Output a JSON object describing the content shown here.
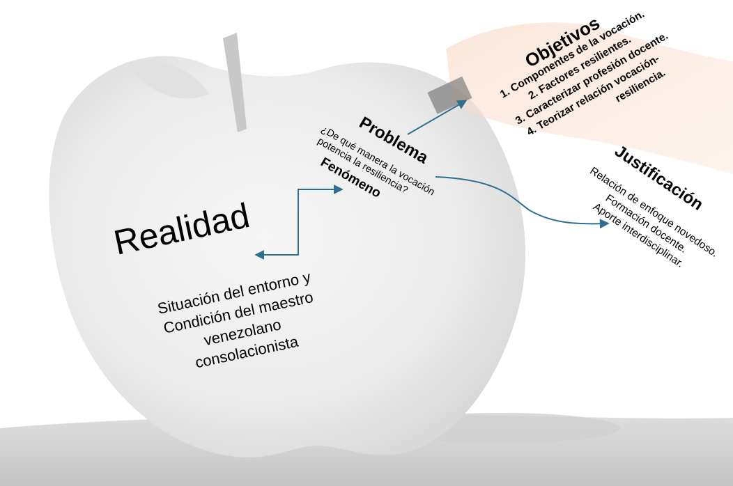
{
  "realidad": {
    "title": "Realidad",
    "description_lines": [
      "Situación del entorno y",
      "Condición del maestro",
      "venezolano",
      "consolacionista"
    ]
  },
  "problema": {
    "title": "Problema",
    "question_lines": [
      "¿De qué manera la vocación",
      "potencia la resiliencia?"
    ]
  },
  "fenomeno": {
    "title": "Fenómeno"
  },
  "objetivos": {
    "title": "Objetivos",
    "items": [
      "1.  Componentes de la vocación.",
      "2.  Factores resilientes.",
      "3.  Caracterizar profesión docente.",
      "4.  Teorizar relación vocación-",
      "resiliencia."
    ]
  },
  "justificacion": {
    "title": "Justificación",
    "items": [
      "Relación de enfoque novedoso.",
      "Formación docente.",
      "Aporte interdisciplinar."
    ]
  },
  "colors": {
    "arrow": "#2e6e8e",
    "text": "#000000"
  }
}
